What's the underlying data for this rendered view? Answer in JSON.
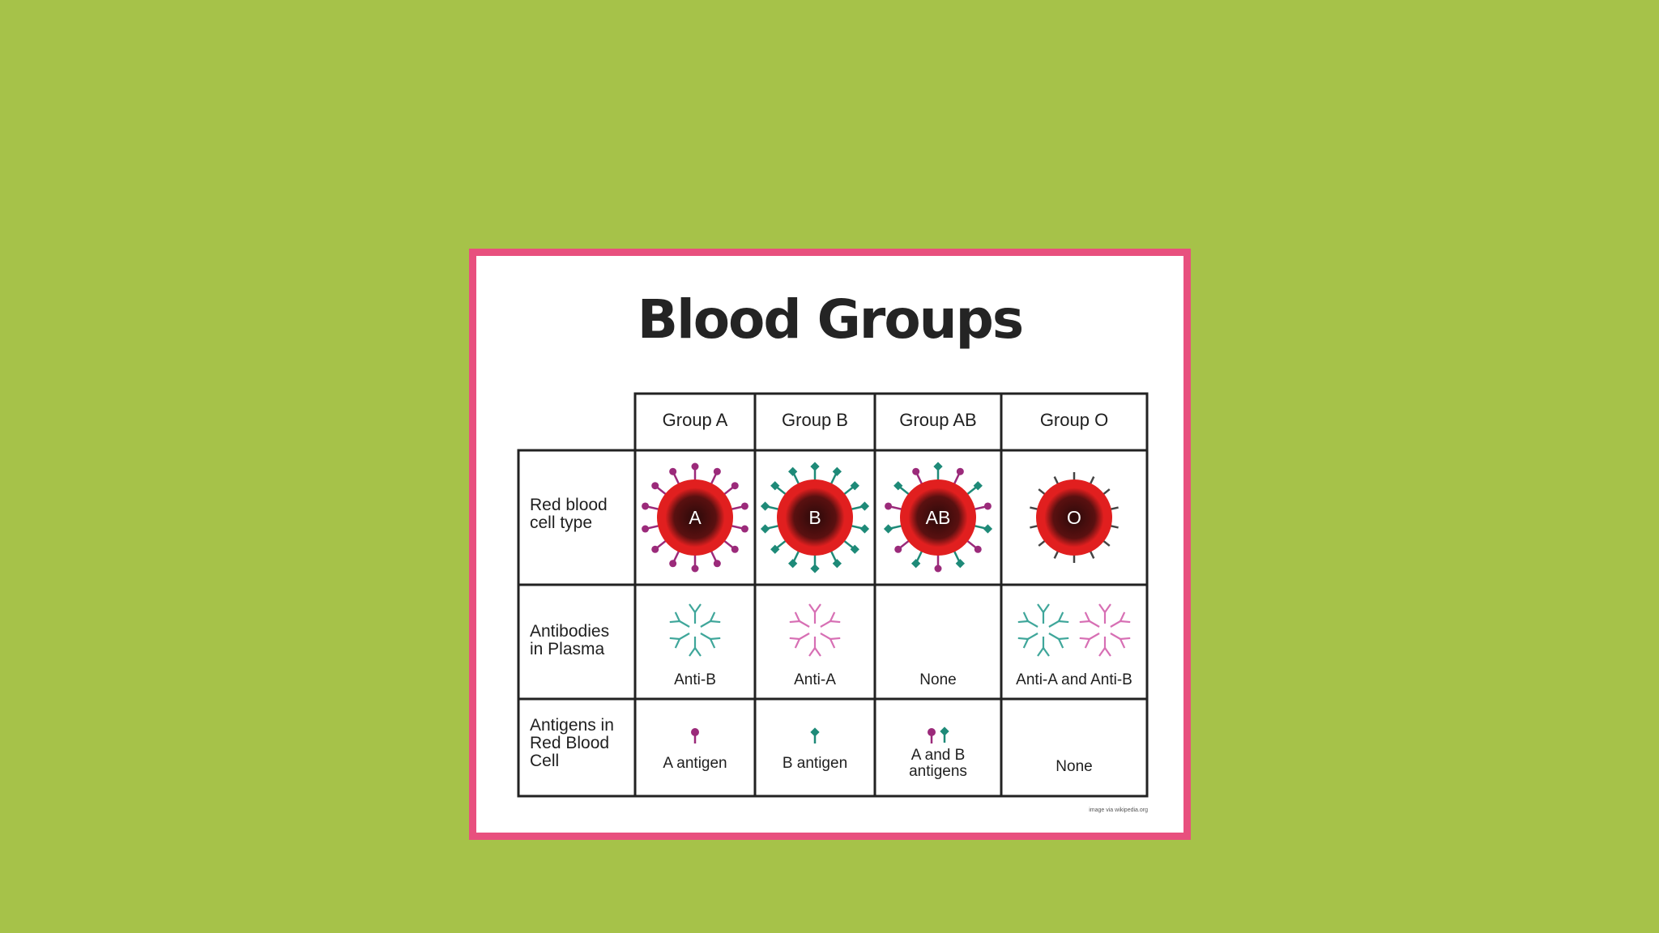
{
  "title": "Blood Groups",
  "columns": [
    "Group A",
    "Group B",
    "Group AB",
    "Group O"
  ],
  "rows": {
    "rbc": "Red blood\ncell type",
    "antibodies": "Antibodies\nin Plasma",
    "antigens": "Antigens in\nRed Blood\nCell"
  },
  "cells": {
    "rbc_letters": [
      "A",
      "B",
      "AB",
      "O"
    ],
    "antibody_labels": [
      "Anti-B",
      "Anti-A",
      "None",
      "Anti-A and Anti-B"
    ],
    "antigen_labels": [
      "A antigen",
      "B antigen",
      "A and B\nantigens",
      "None"
    ]
  },
  "credit": "image via wikipedia.org",
  "colors": {
    "background": "#a6c249",
    "frame": "#e8507e",
    "a_antigen": "#9b2a7a",
    "b_antigen": "#1e8a78",
    "anti_a": "#d76fb4",
    "anti_b": "#3fa69a",
    "cell_red": "#e11f1f"
  }
}
